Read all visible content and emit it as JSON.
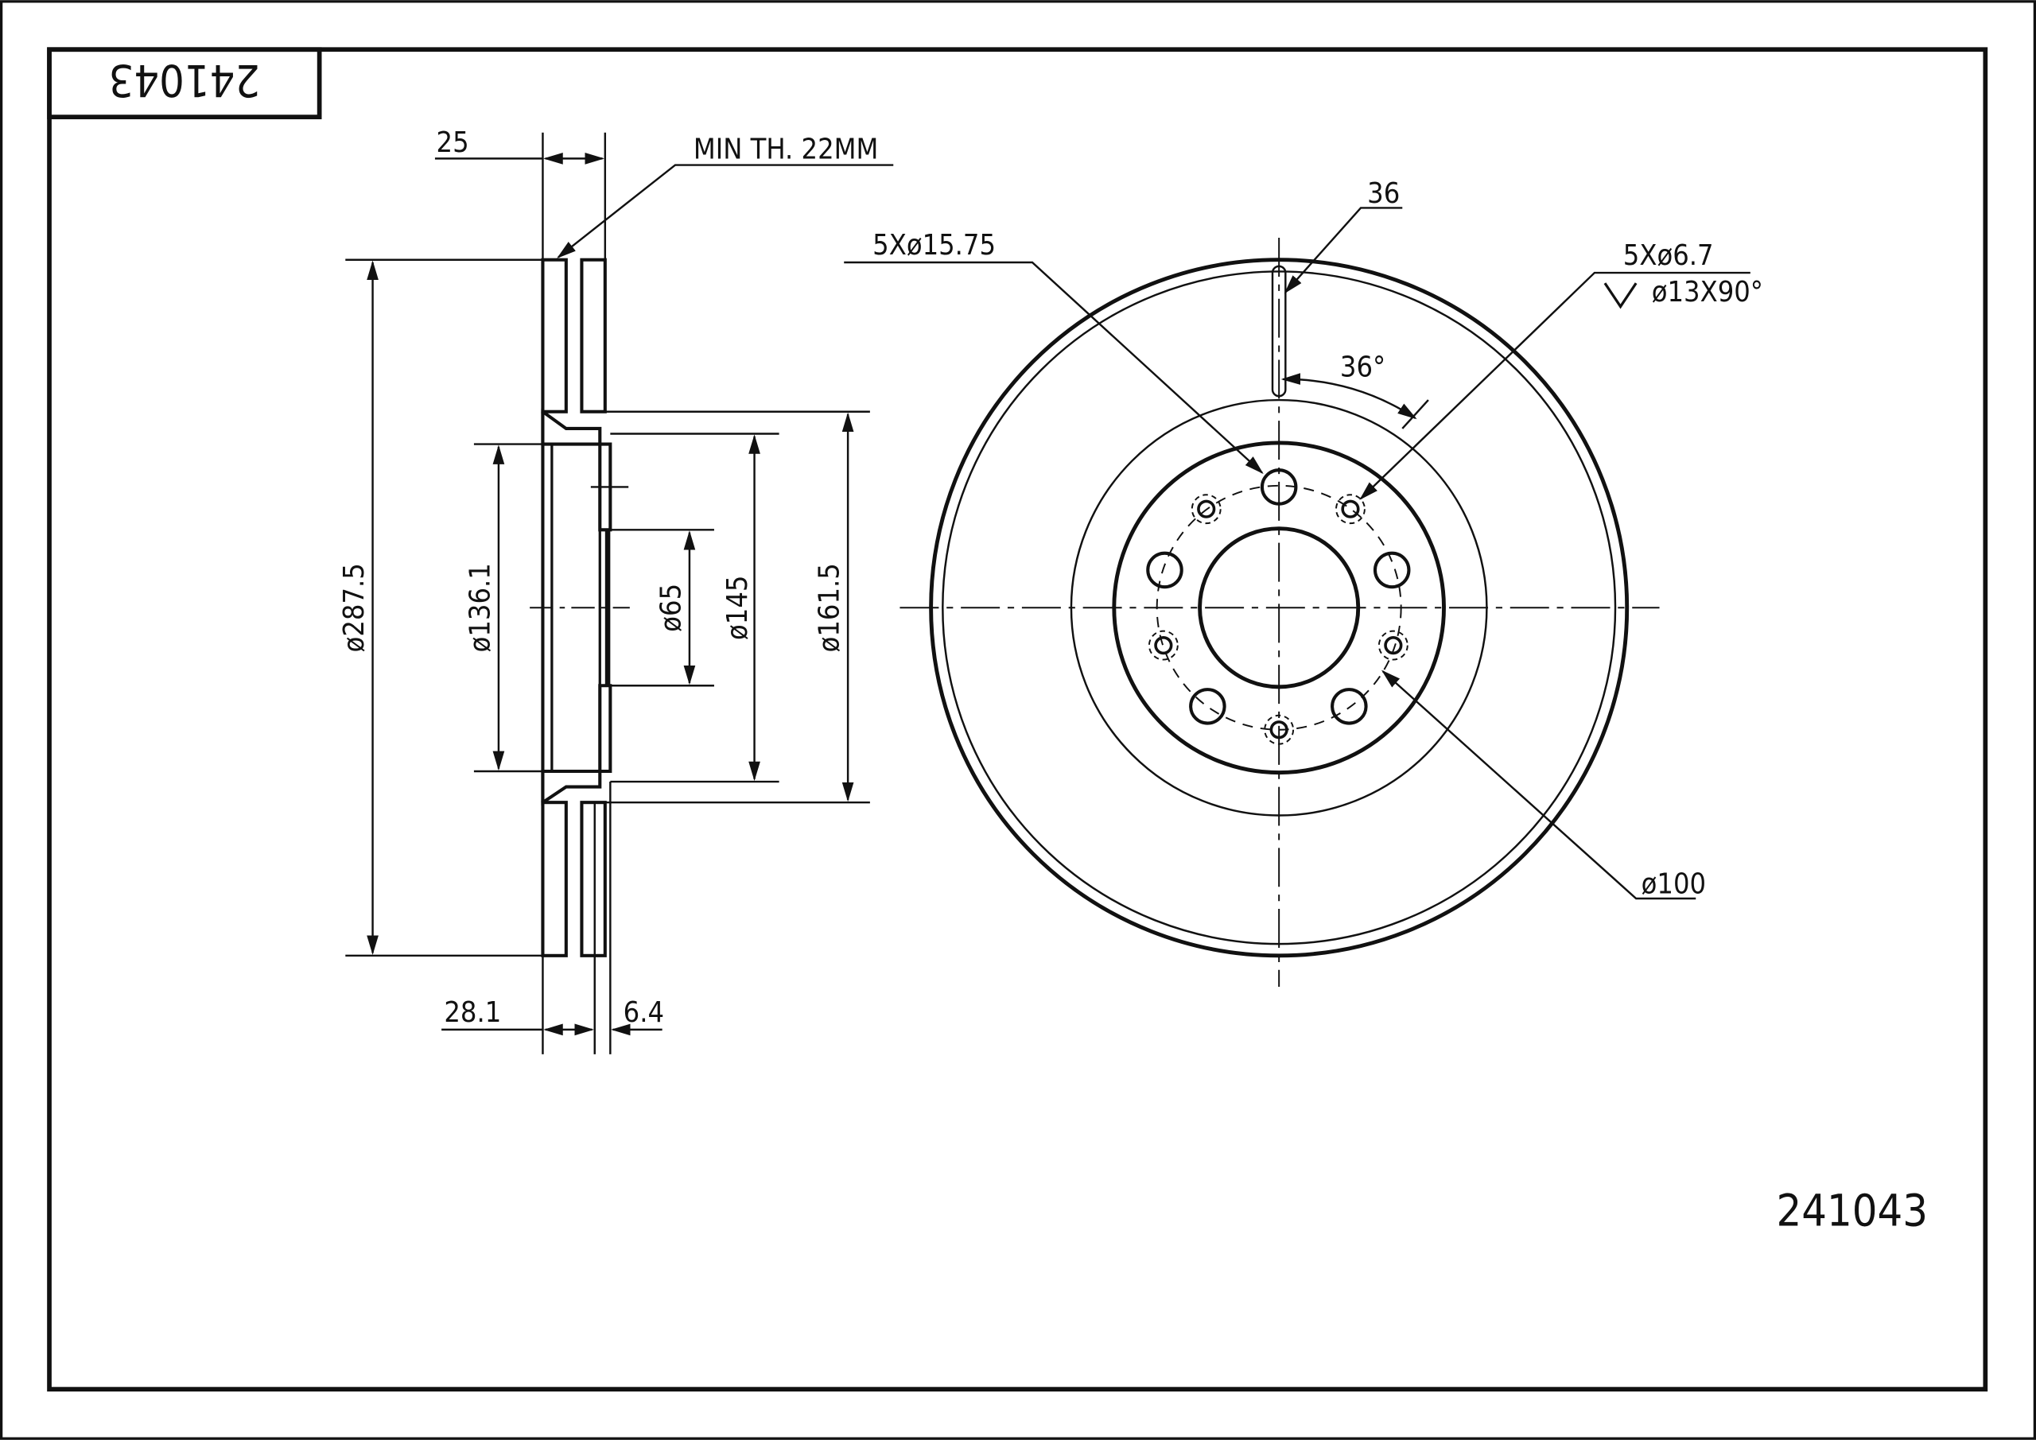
{
  "title_block": {
    "part_number_mirrored": "241043"
  },
  "part_number": "241043",
  "section_view": {
    "dim_width": "25",
    "min_thickness": "MIN TH. 22MM",
    "dim_outer_diameter": "ø287.5",
    "dim_136": "ø136.1",
    "dim_65": "ø65",
    "dim_145": "ø145",
    "dim_161": "ø161.5",
    "dim_offset": "28.1",
    "dim_hat": "6.4"
  },
  "front_view": {
    "bolt_holes": "5Xø15.75",
    "slot_width": "36",
    "angle": "36°",
    "small_holes": "5Xø6.7",
    "countersink": "ø13X90°",
    "pcd": "ø100"
  }
}
